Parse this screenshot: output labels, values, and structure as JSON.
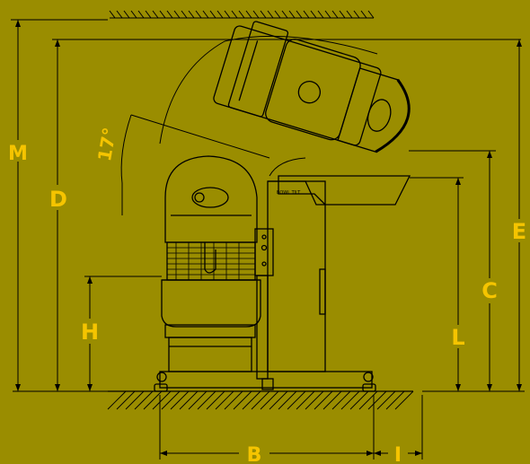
{
  "diagram": {
    "labels": {
      "M": "M",
      "D": "D",
      "H": "H",
      "E": "E",
      "C": "C",
      "L": "L",
      "B": "B",
      "I": "I",
      "angle": "17°"
    },
    "colors": {
      "background": "#9a8d00",
      "line": "#000000",
      "label": "#f5c400"
    }
  }
}
